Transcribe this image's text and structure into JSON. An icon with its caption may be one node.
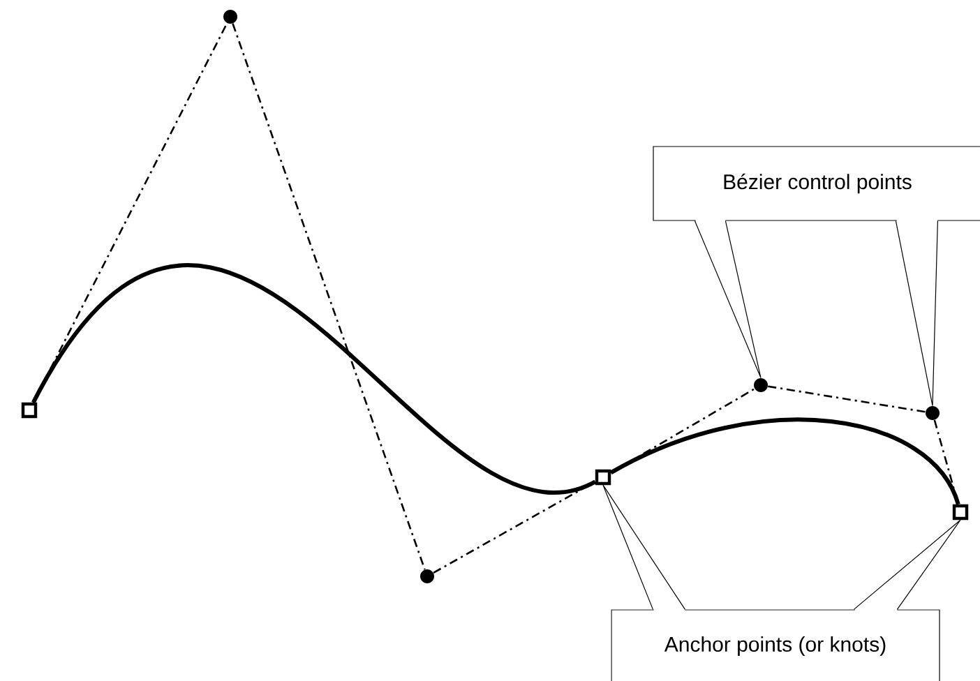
{
  "diagram": {
    "nodes": [
      {
        "text": [
          "Bézier control points"
        ]
      },
      {
        "text": [],
        "shape": "box"
      },
      {
        "text": [],
        "shape": "circle"
      },
      {
        "text": [],
        "shape": "circle"
      },
      {
        "text": [],
        "shape": "box"
      },
      {
        "text": [],
        "shape": "circle"
      },
      {
        "text": [],
        "shape": "circle"
      },
      {
        "text": [],
        "shape": "box"
      },
      {
        "text": [
          "Anchor points (or knots)"
        ]
      }
    ],
    "edges": [
      {
        "from": 1,
        "to": 4,
        "arrow": "none",
        "style": "thick"
      },
      {
        "from": 4,
        "to": 7,
        "arrow": "none",
        "style": "thick"
      },
      {
        "from": 1,
        "to": 2,
        "arrow": "none",
        "style": "dashed"
      },
      {
        "from": 2,
        "to": 3,
        "arrow": "none",
        "style": "dashed"
      },
      {
        "from": 3,
        "to": 4,
        "arrow": "none",
        "style": "dashed"
      },
      {
        "from": 4,
        "to": 5,
        "arrow": "none",
        "style": "dashed"
      },
      {
        "from": 5,
        "to": 6,
        "arrow": "none",
        "style": "dashed"
      },
      {
        "from": 6,
        "to": 7,
        "arrow": "none",
        "style": "dashed"
      },
      {
        "from": 0,
        "to": 5,
        "arrow": "none"
      },
      {
        "from": 0,
        "to": 6,
        "arrow": "none"
      },
      {
        "from": 8,
        "to": 4,
        "arrow": "none"
      },
      {
        "from": 8,
        "to": 7,
        "arrow": "none"
      }
    ]
  }
}
